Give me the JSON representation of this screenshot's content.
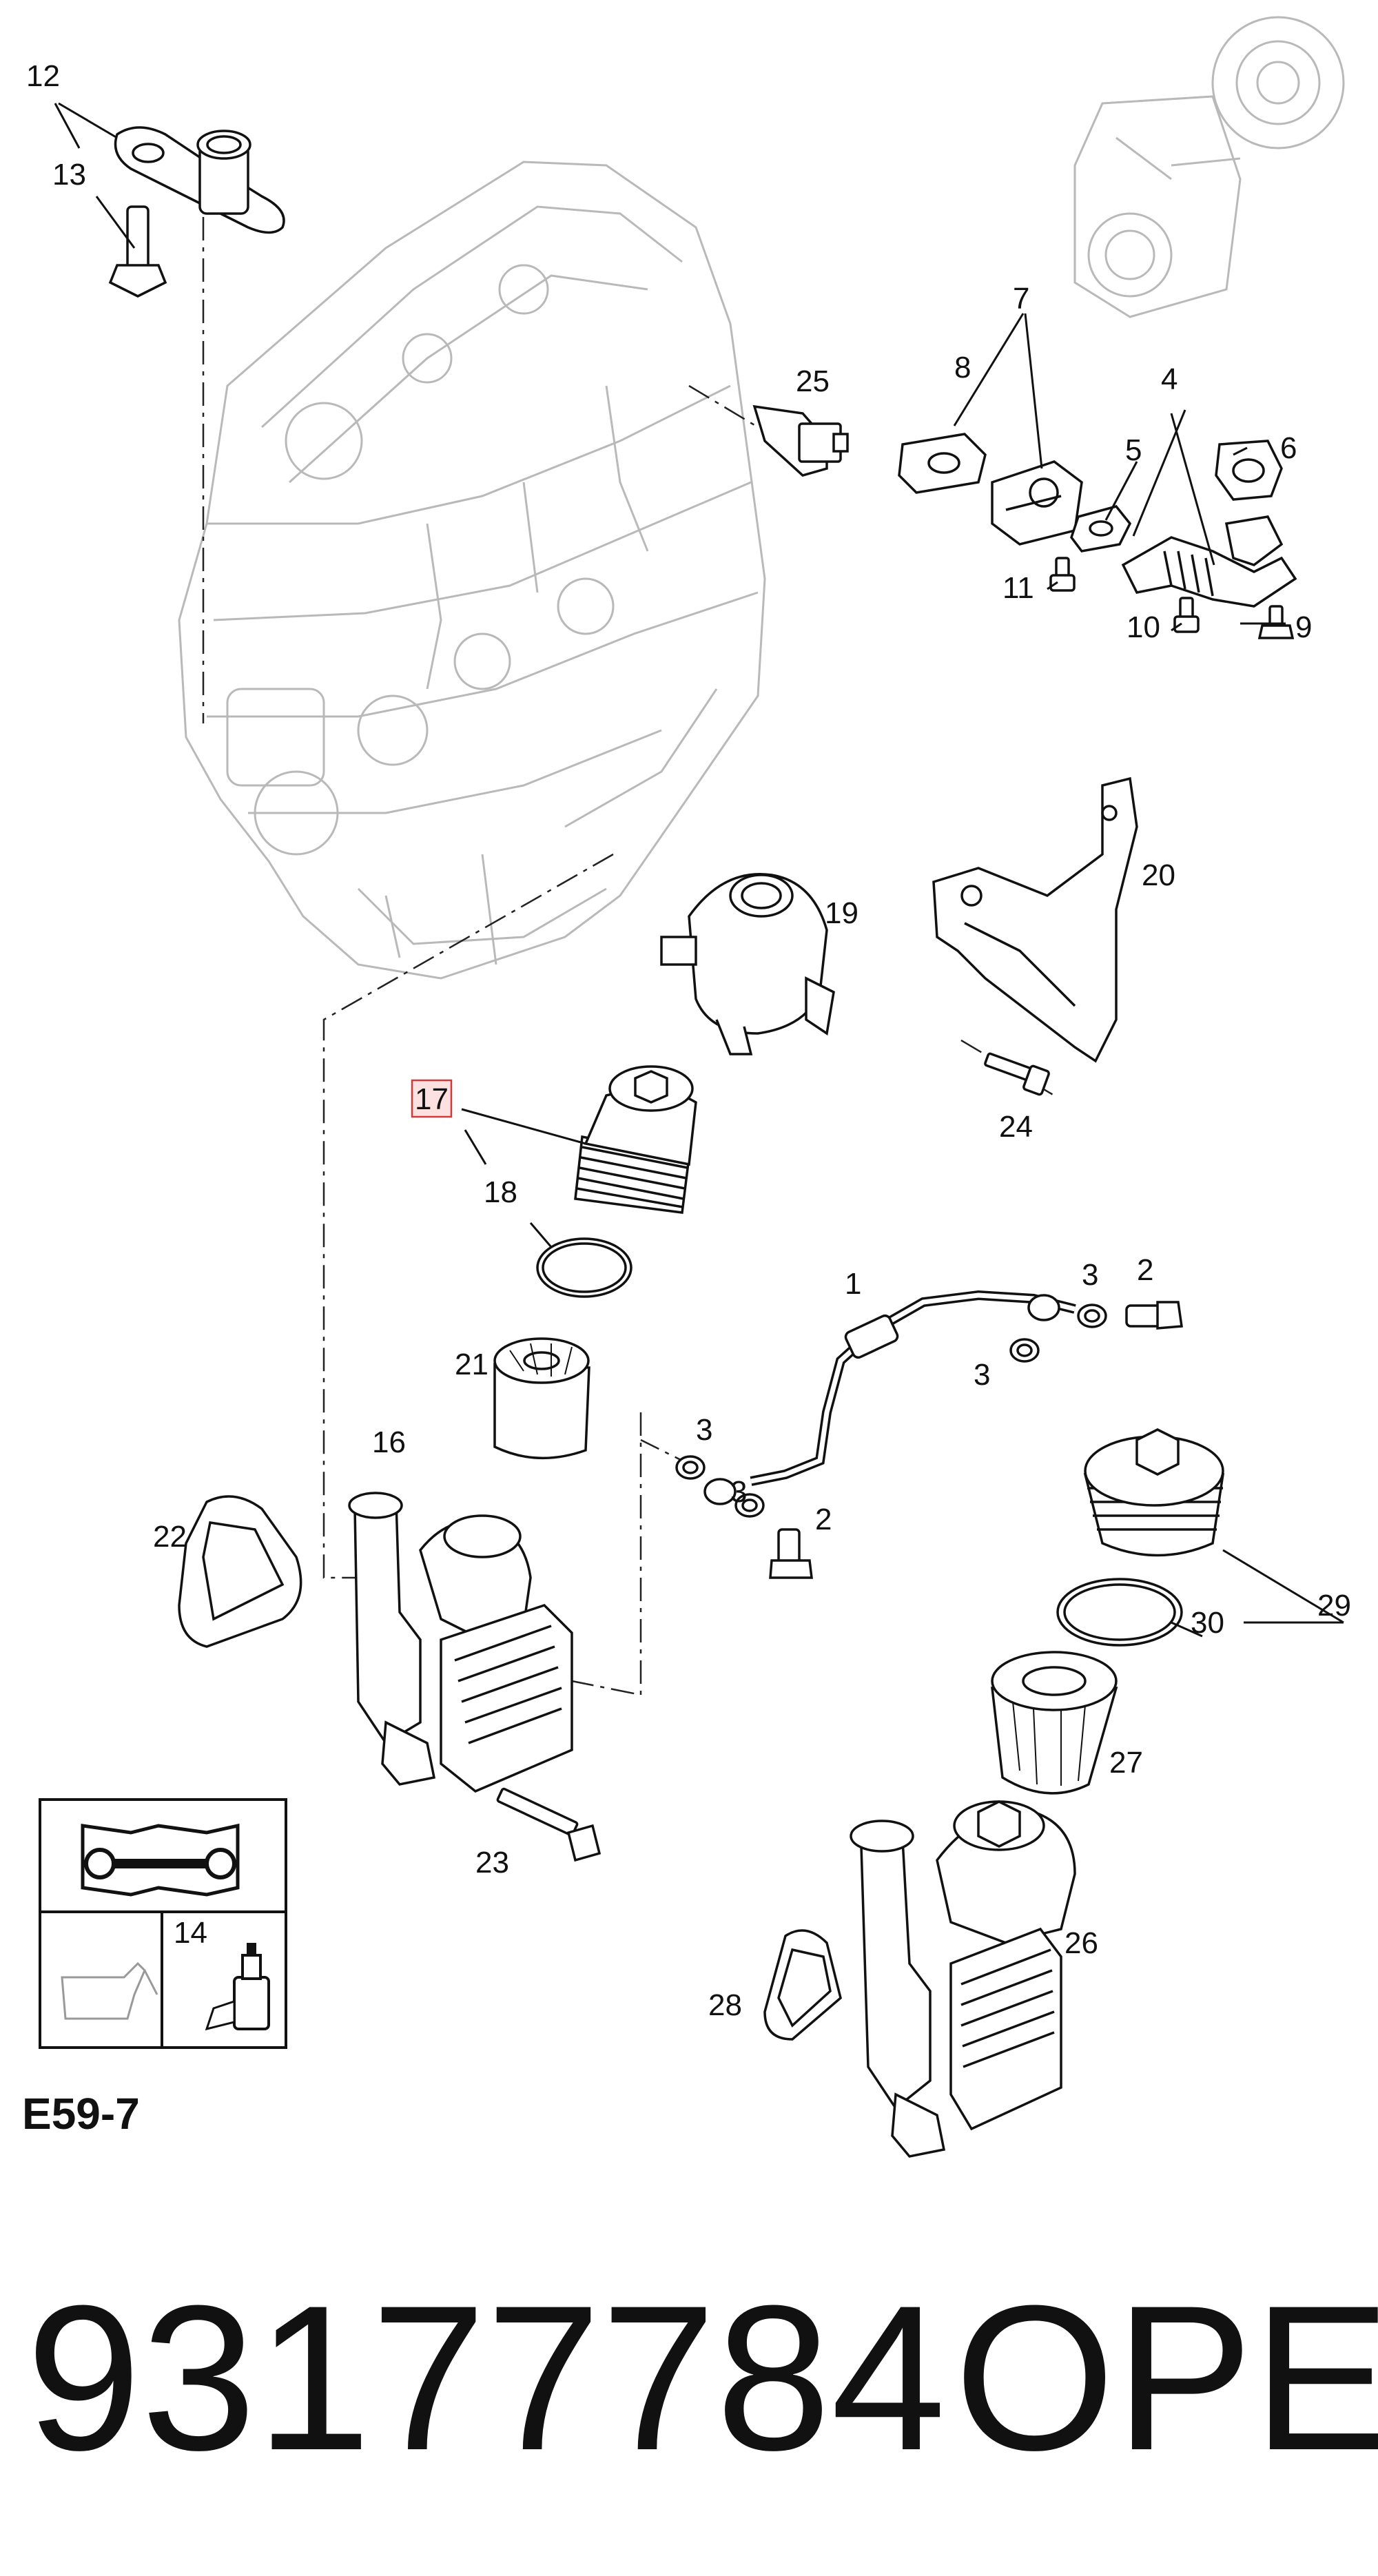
{
  "diagram_code": "E59-7",
  "part_number": "93177784",
  "brand": "OPEL",
  "highlighted_callout": "17",
  "legend": {
    "consumable_label": "14"
  },
  "callouts": {
    "c1": "1",
    "c2a": "2",
    "c2b": "2",
    "c3a": "3",
    "c3b": "3",
    "c3c": "3",
    "c3d": "3",
    "c4": "4",
    "c5": "5",
    "c6": "6",
    "c7": "7",
    "c8": "8",
    "c9": "9",
    "c10": "10",
    "c11": "11",
    "c12": "12",
    "c13": "13",
    "c16": "16",
    "c17": "17",
    "c18": "18",
    "c19": "19",
    "c20": "20",
    "c21": "21",
    "c22": "22",
    "c23": "23",
    "c24": "24",
    "c25": "25",
    "c26": "26",
    "c27": "27",
    "c28": "28",
    "c29": "29",
    "c30": "30"
  }
}
